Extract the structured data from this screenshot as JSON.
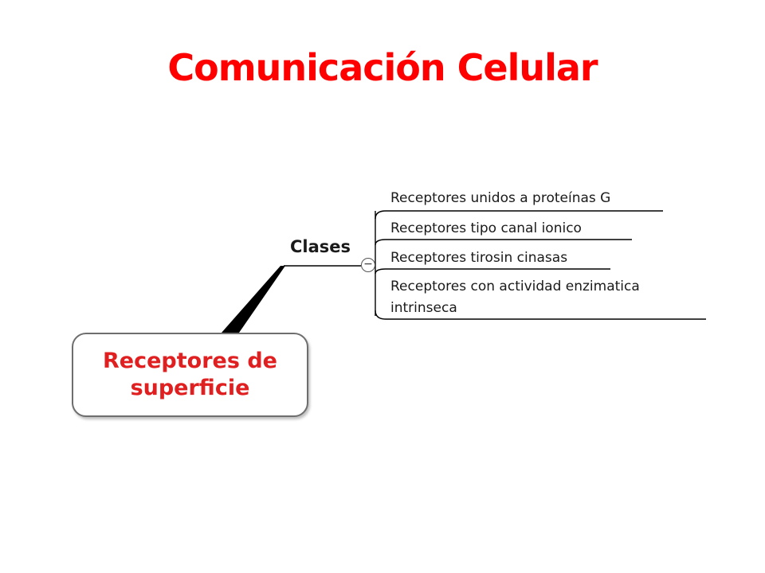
{
  "title": "Comunicación Celular",
  "mindmap": {
    "central": "Receptores de\nsuperficie",
    "branch": "Clases",
    "toggle": "−",
    "leaves": [
      "Receptores unidos a proteínas G",
      "Receptores tipo canal ionico",
      "Receptores tirosin cinasas",
      "Receptores con actividad enzimatica",
      "intrinseca"
    ]
  },
  "colors": {
    "title": "#ff0000",
    "central_text": "#e02020",
    "connector": "#000000"
  }
}
